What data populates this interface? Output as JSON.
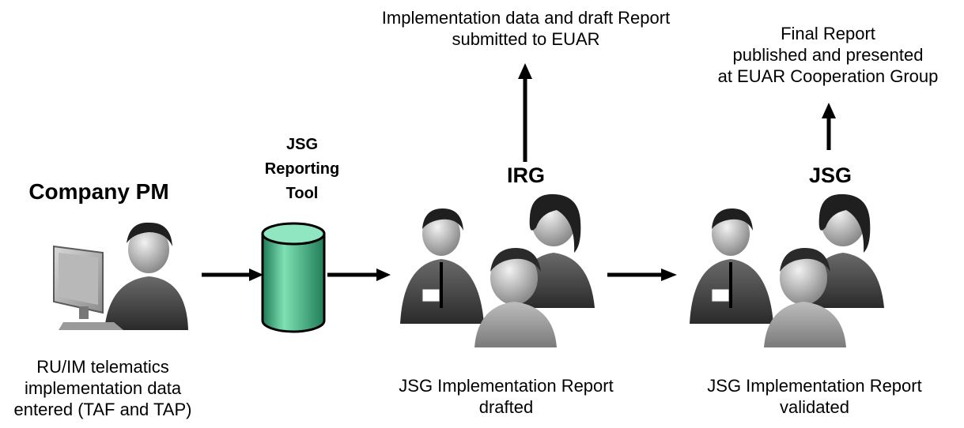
{
  "nodes": {
    "company": {
      "title": "Company PM",
      "caption": "RU/IM telematics\nimplementation data\nentered (TAF and TAP)"
    },
    "tool": {
      "title": "JSG\nReporting\nTool",
      "color": "#2e9e6f"
    },
    "irg": {
      "title": "IRG",
      "caption": "JSG Implementation Report\ndrafted",
      "output": "Implementation data and draft Report\nsubmitted to EUAR"
    },
    "jsg": {
      "title": "JSG",
      "caption": "JSG Implementation Report\nvalidated",
      "output": "Final Report\npublished and presented\nat EUAR Cooperation Group"
    }
  }
}
